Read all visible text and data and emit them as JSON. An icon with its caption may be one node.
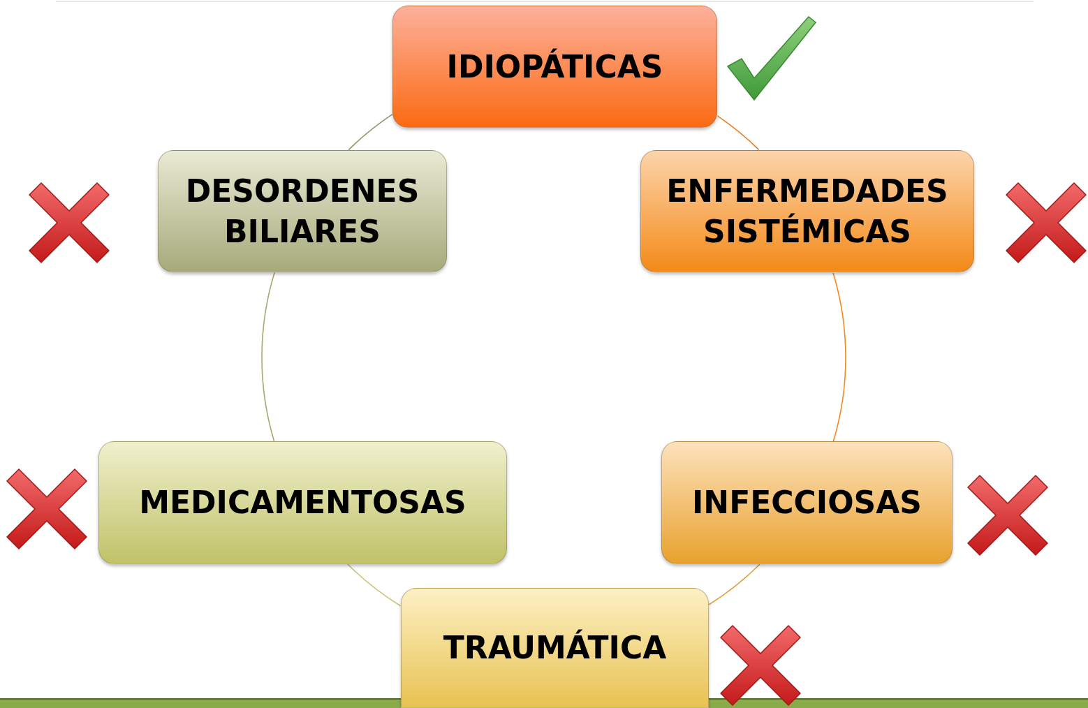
{
  "diagram": {
    "nodes": [
      {
        "text": [
          "IDIOPÁTICAS"
        ]
      },
      {
        "text": [
          "DESORDENES BILIARES"
        ]
      },
      {
        "text": [
          "ENFERMEDADES SISTÉMICAS"
        ]
      },
      {
        "text": [
          "MEDICAMENTOSAS"
        ]
      },
      {
        "text": [
          "INFECCIOSAS"
        ]
      },
      {
        "text": [
          "TRAUMÁTICA"
        ]
      }
    ],
    "edges": [
      {
        "from": 0,
        "to": 2,
        "arrow": "none",
        "color": "#f07a20"
      },
      {
        "from": 2,
        "to": 4,
        "arrow": "none",
        "color": "#f08a20"
      },
      {
        "from": 4,
        "to": 5,
        "arrow": "none",
        "color": "#d8a030"
      },
      {
        "from": 5,
        "to": 3,
        "arrow": "none",
        "color": "#c8c070"
      },
      {
        "from": 3,
        "to": 1,
        "arrow": "none",
        "color": "#a8a870"
      },
      {
        "from": 1,
        "to": 0,
        "arrow": "none",
        "color": "#8a9a6a"
      }
    ]
  }
}
